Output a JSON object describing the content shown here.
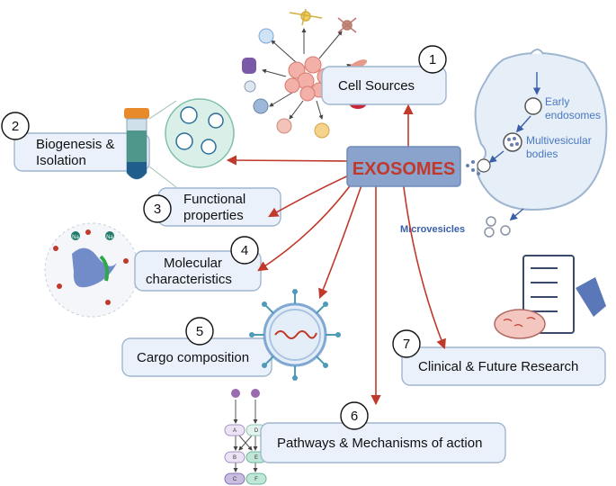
{
  "center": {
    "title": "EXOSOMES"
  },
  "nodes": [
    {
      "number": "1",
      "lines": [
        "Cell Sources"
      ]
    },
    {
      "number": "2",
      "lines": [
        "Biogenesis &",
        "Isolation"
      ]
    },
    {
      "number": "3",
      "lines": [
        "Functional",
        "properties"
      ]
    },
    {
      "number": "4",
      "lines": [
        "Molecular",
        "characteristics"
      ]
    },
    {
      "number": "5",
      "lines": [
        "Cargo composition"
      ]
    },
    {
      "number": "6",
      "lines": [
        "Pathways & Mechanisms of action"
      ]
    },
    {
      "number": "7",
      "lines": [
        "Clinical & Future Research"
      ]
    }
  ],
  "cell_labels": {
    "early": [
      "Early",
      "endosomes"
    ],
    "mvb": [
      "Multivesicular",
      "bodies"
    ],
    "microvesicles": "Microvesicles"
  },
  "molecule_labels": {
    "sodium": "Na"
  },
  "pathway_labels": [
    "A",
    "B",
    "C",
    "D",
    "E",
    "F"
  ],
  "colors": {
    "center_fill": "#8aa3cc",
    "center_text": "#c0392b",
    "box_fill": "#eaf1fa",
    "arrow": "#c0392b",
    "cell_text": "#4a78c0"
  }
}
